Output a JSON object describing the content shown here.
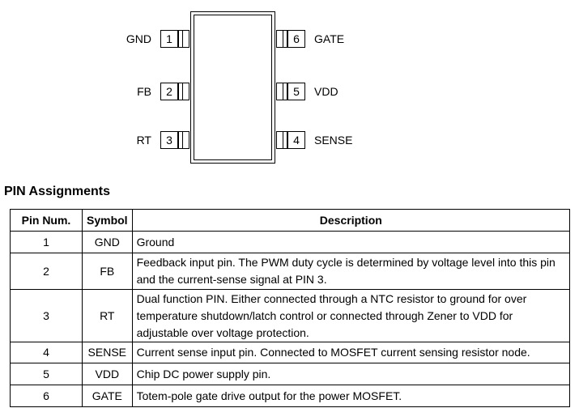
{
  "package": {
    "left_pins": [
      {
        "number": "1",
        "label": "GND"
      },
      {
        "number": "2",
        "label": "FB"
      },
      {
        "number": "3",
        "label": "RT"
      }
    ],
    "right_pins": [
      {
        "number": "6",
        "label": "GATE"
      },
      {
        "number": "5",
        "label": "VDD"
      },
      {
        "number": "4",
        "label": "SENSE"
      }
    ]
  },
  "section": {
    "title": "PIN Assignments"
  },
  "table": {
    "headers": [
      "Pin Num.",
      "Symbol",
      "Description"
    ],
    "rows": [
      {
        "num": "1",
        "symbol": "GND",
        "description": "Ground"
      },
      {
        "num": "2",
        "symbol": "FB",
        "description_lines": [
          "Feedback input pin. The PWM duty cycle is determined by voltage level into this pin",
          "and the current-sense signal at PIN 3."
        ]
      },
      {
        "num": "3",
        "symbol": "RT",
        "description_lines": [
          "Dual function PIN. Either connected through a NTC resistor to ground for over",
          "temperature shutdown/latch control or connected through Zener to VDD for",
          "adjustable over voltage protection."
        ]
      },
      {
        "num": "4",
        "symbol": "SENSE",
        "description": "Current sense input pin. Connected to MOSFET current sensing resistor node."
      },
      {
        "num": "5",
        "symbol": "VDD",
        "description": "Chip DC power supply pin."
      },
      {
        "num": "6",
        "symbol": "GATE",
        "description": "Totem-pole gate drive output for the power MOSFET."
      }
    ]
  }
}
